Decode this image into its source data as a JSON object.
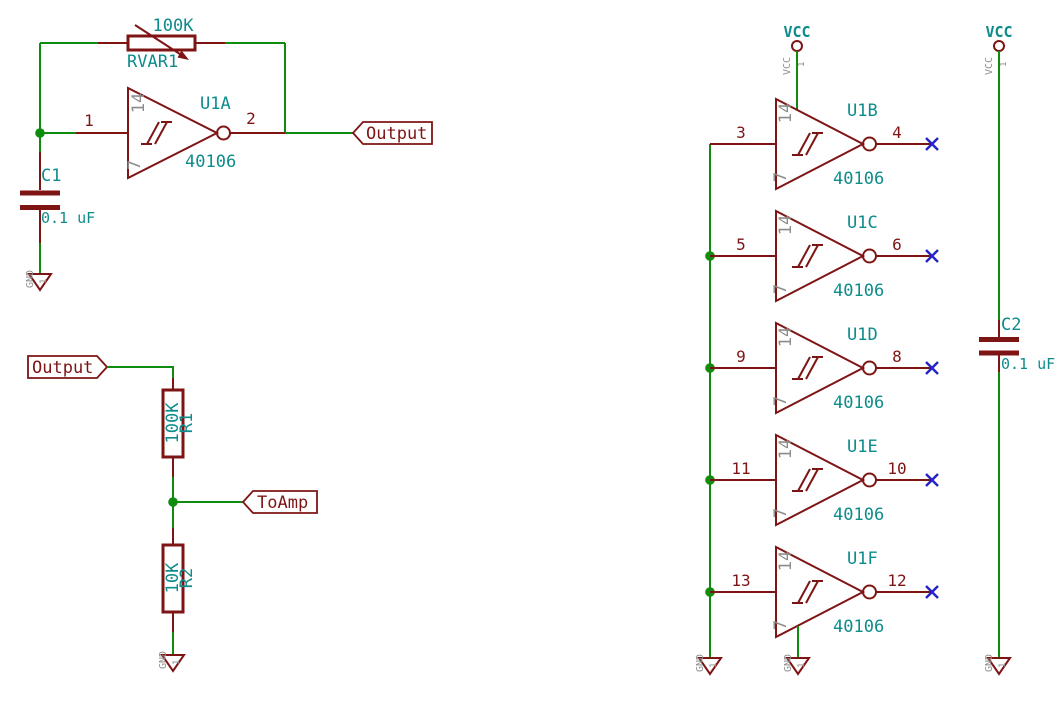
{
  "colors": {
    "symbol": "#7E1414",
    "wire": "#0E8C0E",
    "field": "#0E8C8C",
    "pin_grey": "#8C8C8C",
    "noconnect": "#2424C8"
  },
  "oscillator": {
    "pot": {
      "value": "100K",
      "ref": "RVAR1"
    },
    "gate": {
      "ref": "U1A",
      "part": "40106",
      "pin_in": "1",
      "pin_out": "2",
      "pin_vcc": "14",
      "pin_gnd": "7"
    },
    "cap": {
      "ref": "C1",
      "value": "0.1 uF"
    },
    "output_label": "Output"
  },
  "divider": {
    "input_label": "Output",
    "r_top": {
      "value": "100K",
      "ref": "R1"
    },
    "tap_label": "ToAmp",
    "r_bottom": {
      "value": "10K",
      "ref": "R2"
    }
  },
  "spares": {
    "gates": [
      {
        "ref": "U1B",
        "part": "40106",
        "pin_in": "3",
        "pin_out": "4",
        "pin_vcc": "14",
        "pin_gnd": "7"
      },
      {
        "ref": "U1C",
        "part": "40106",
        "pin_in": "5",
        "pin_out": "6",
        "pin_vcc": "14",
        "pin_gnd": "7"
      },
      {
        "ref": "U1D",
        "part": "40106",
        "pin_in": "9",
        "pin_out": "8",
        "pin_vcc": "14",
        "pin_gnd": "7"
      },
      {
        "ref": "U1E",
        "part": "40106",
        "pin_in": "11",
        "pin_out": "10",
        "pin_vcc": "14",
        "pin_gnd": "7"
      },
      {
        "ref": "U1F",
        "part": "40106",
        "pin_in": "13",
        "pin_out": "12",
        "pin_vcc": "14",
        "pin_gnd": "7"
      }
    ],
    "cap": {
      "ref": "C2",
      "value": "0.1 uF"
    }
  },
  "power": {
    "vcc_label": "VCC",
    "vcc_pin_name": "VCC",
    "gnd_pin_name": "GND",
    "pin_num": "1"
  }
}
